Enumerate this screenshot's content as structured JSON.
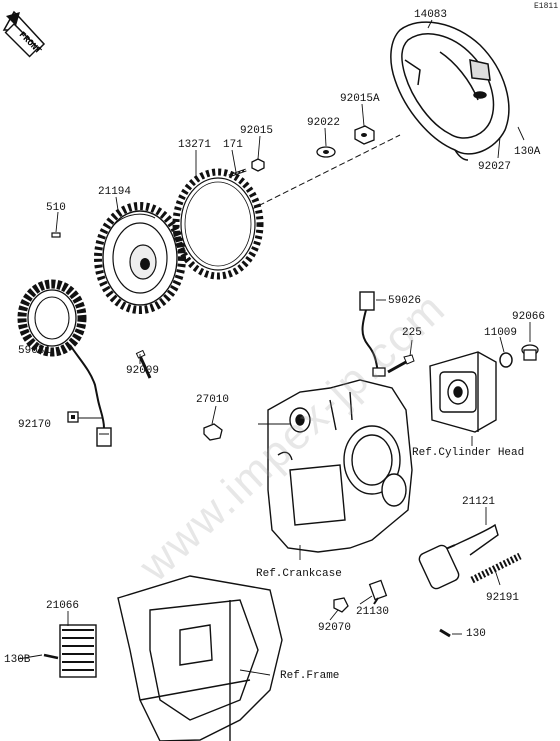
{
  "diagram_code": "E1811",
  "front_label": "FRONT",
  "watermark": "www.impex-jp.com",
  "parts": {
    "p14083": "14083",
    "p92015A": "92015A",
    "p92022": "92022",
    "p92015": "92015",
    "p171": "171",
    "p13271": "13271",
    "p21194": "21194",
    "p510": "510",
    "p130A": "130A",
    "p92027": "92027",
    "p59026": "59026",
    "p92066": "92066",
    "p225": "225",
    "p11009": "11009",
    "p59031": "59031",
    "p92009": "92009",
    "p92170": "92170",
    "p27010": "27010",
    "p21121": "21121",
    "p21066": "21066",
    "p92191": "92191",
    "p21130": "21130",
    "p92070": "92070",
    "p130": "130",
    "p130B": "130B"
  },
  "references": {
    "cylinder_head": "Ref.Cylinder Head",
    "crankcase": "Ref.Crankcase",
    "frame": "Ref.Frame"
  }
}
